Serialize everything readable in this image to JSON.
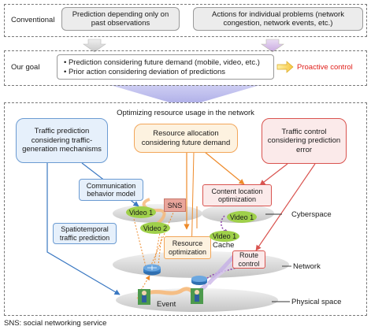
{
  "conventional": {
    "label": "Conventional",
    "box1": "Prediction depending only on past observations",
    "box2": "Actions for individual problems (network congestion, network events, etc.)"
  },
  "goal": {
    "label": "Our goal",
    "bullet1": "• Prediction considering future demand (mobile, video, etc.)",
    "bullet2": "• Prior action considering deviation of predictions",
    "result": "Proactive control"
  },
  "main": {
    "title": "Optimizing resource usage in the network",
    "traffic_prediction": "Traffic prediction considering traffic-generation mechanisms",
    "resource_allocation": "Resource allocation considering future demand",
    "traffic_control": "Traffic control considering prediction error",
    "communication_model": "Communication behavior model",
    "spatiotemporal": "Spatiotemporal traffic prediction",
    "content_location": "Content location optimization",
    "resource_optimization": "Resource optimization",
    "route_control": "Route control",
    "video1_a": "Video 1",
    "video2": "Video 2",
    "sns": "SNS",
    "video1_b": "Video 1",
    "video1_c": "Video 1",
    "cache": "Cache",
    "event": "Event",
    "layer_cyber": "Cyberspace",
    "layer_network": "Network",
    "layer_physical": "Physical space"
  },
  "footnote": "SNS: social networking service",
  "colors": {
    "blue": "#6b9bd2",
    "orange": "#f2a65a",
    "red": "#d9534f",
    "purple": "#8e44ad",
    "proactive_red": "#e0201b",
    "green": "#9fd04a"
  }
}
